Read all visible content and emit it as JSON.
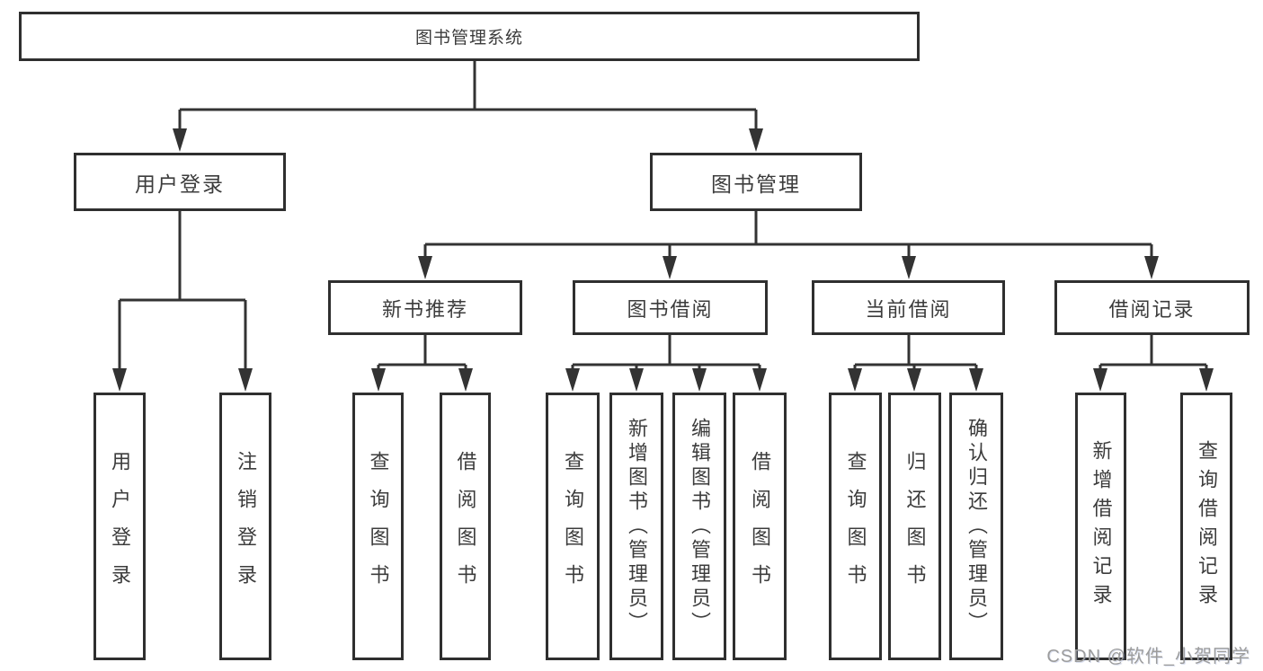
{
  "colors": {
    "background": "#ffffff",
    "line": "#333333",
    "box_border": "#2f2f2f",
    "text": "#3c3c3c",
    "watermark": "#9c9c9c"
  },
  "diagram": {
    "type": "tree",
    "root": {
      "label": "图书管理系统"
    },
    "level1": [
      {
        "label": "用户登录"
      },
      {
        "label": "图书管理"
      }
    ],
    "level2": [
      {
        "label": "新书推荐",
        "parent": "图书管理"
      },
      {
        "label": "图书借阅",
        "parent": "图书管理"
      },
      {
        "label": "当前借阅",
        "parent": "图书管理"
      },
      {
        "label": "借阅记录",
        "parent": "图书管理"
      }
    ],
    "level3": [
      {
        "label": "用户登录",
        "parent": "用户登录"
      },
      {
        "label": "注销登录",
        "parent": "用户登录"
      },
      {
        "label": "查询图书",
        "parent": "新书推荐"
      },
      {
        "label": "借阅图书",
        "parent": "新书推荐"
      },
      {
        "label": "查询图书",
        "parent": "图书借阅"
      },
      {
        "label": "新增图书（管理员）",
        "parent": "图书借阅"
      },
      {
        "label": "编辑图书（管理员）",
        "parent": "图书借阅"
      },
      {
        "label": "借阅图书",
        "parent": "图书借阅"
      },
      {
        "label": "查询图书",
        "parent": "当前借阅"
      },
      {
        "label": "归还图书",
        "parent": "当前借阅"
      },
      {
        "label": "确认归还（管理员）",
        "parent": "当前借阅"
      },
      {
        "label": "新增借阅记录",
        "parent": "借阅记录"
      },
      {
        "label": "查询借阅记录",
        "parent": "借阅记录"
      }
    ]
  },
  "watermark": {
    "text": "CSDN @软件_小贺同学"
  }
}
